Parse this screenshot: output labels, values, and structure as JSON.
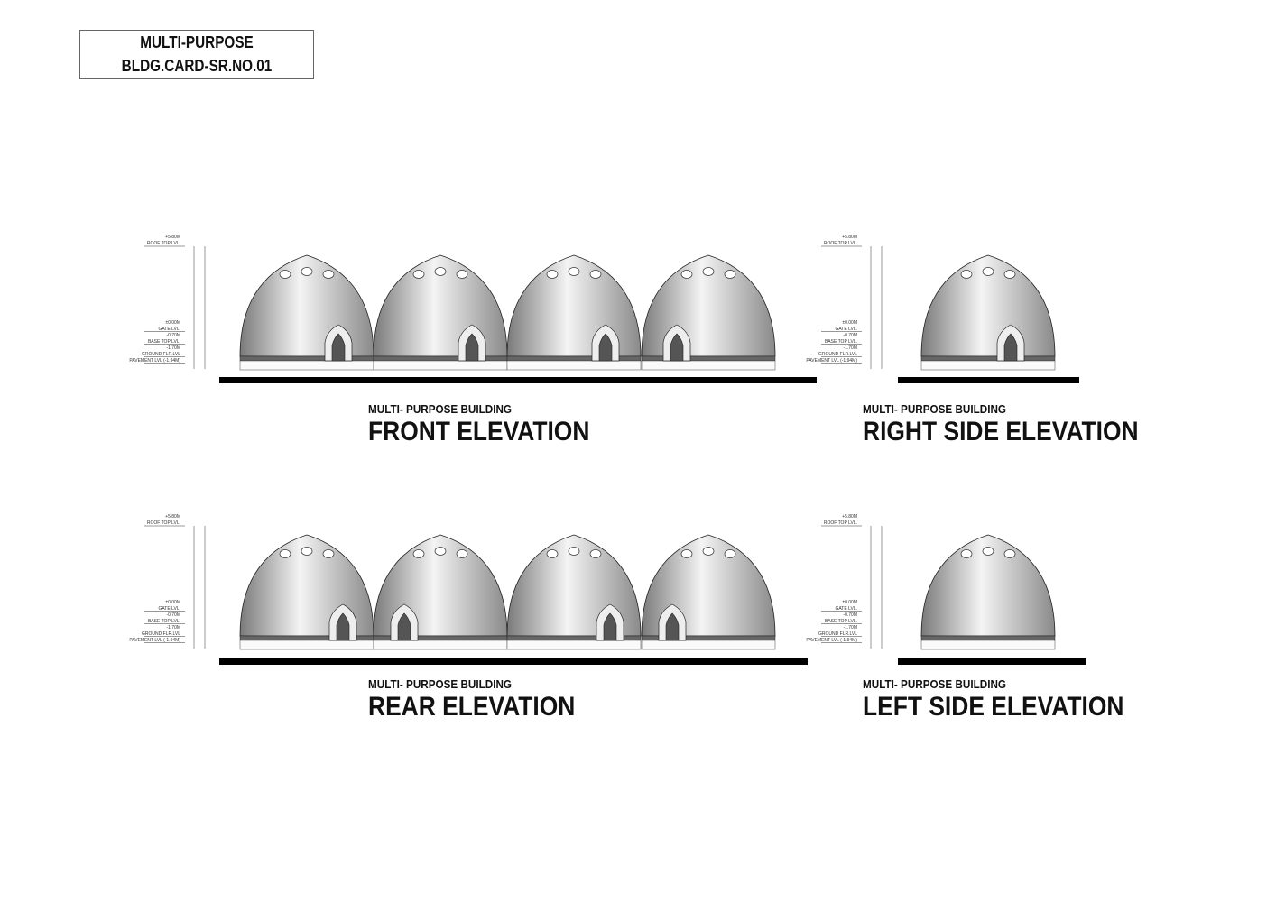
{
  "sheet_title": {
    "line1": "MULTI-PURPOSE",
    "line2": "BLDG.CARD-SR.NO.01"
  },
  "levels": [
    "+5.80M",
    "ROOF TOP LVL.",
    "±0.00M",
    "GATE LVL.",
    "-0.70M",
    "BASE TOP LVL.",
    "-1.70M",
    "GROUND FLR.LVL",
    "PAVEMENT LVL (-1.94M)"
  ],
  "drawings": [
    {
      "subtitle": "MULTI- PURPOSE BUILDING",
      "title": "FRONT ELEVATION"
    },
    {
      "subtitle": "MULTI- PURPOSE BUILDING",
      "title": "RIGHT SIDE ELEVATION"
    },
    {
      "subtitle": "MULTI- PURPOSE BUILDING",
      "title": "REAR ELEVATION"
    },
    {
      "subtitle": "MULTI- PURPOSE BUILDING",
      "title": "LEFT SIDE ELEVATION"
    }
  ],
  "colors": {
    "line": "#222222",
    "dome_light": "#f4f4f4",
    "dome_dark": "#7a7a7a",
    "ground": "#000000"
  }
}
